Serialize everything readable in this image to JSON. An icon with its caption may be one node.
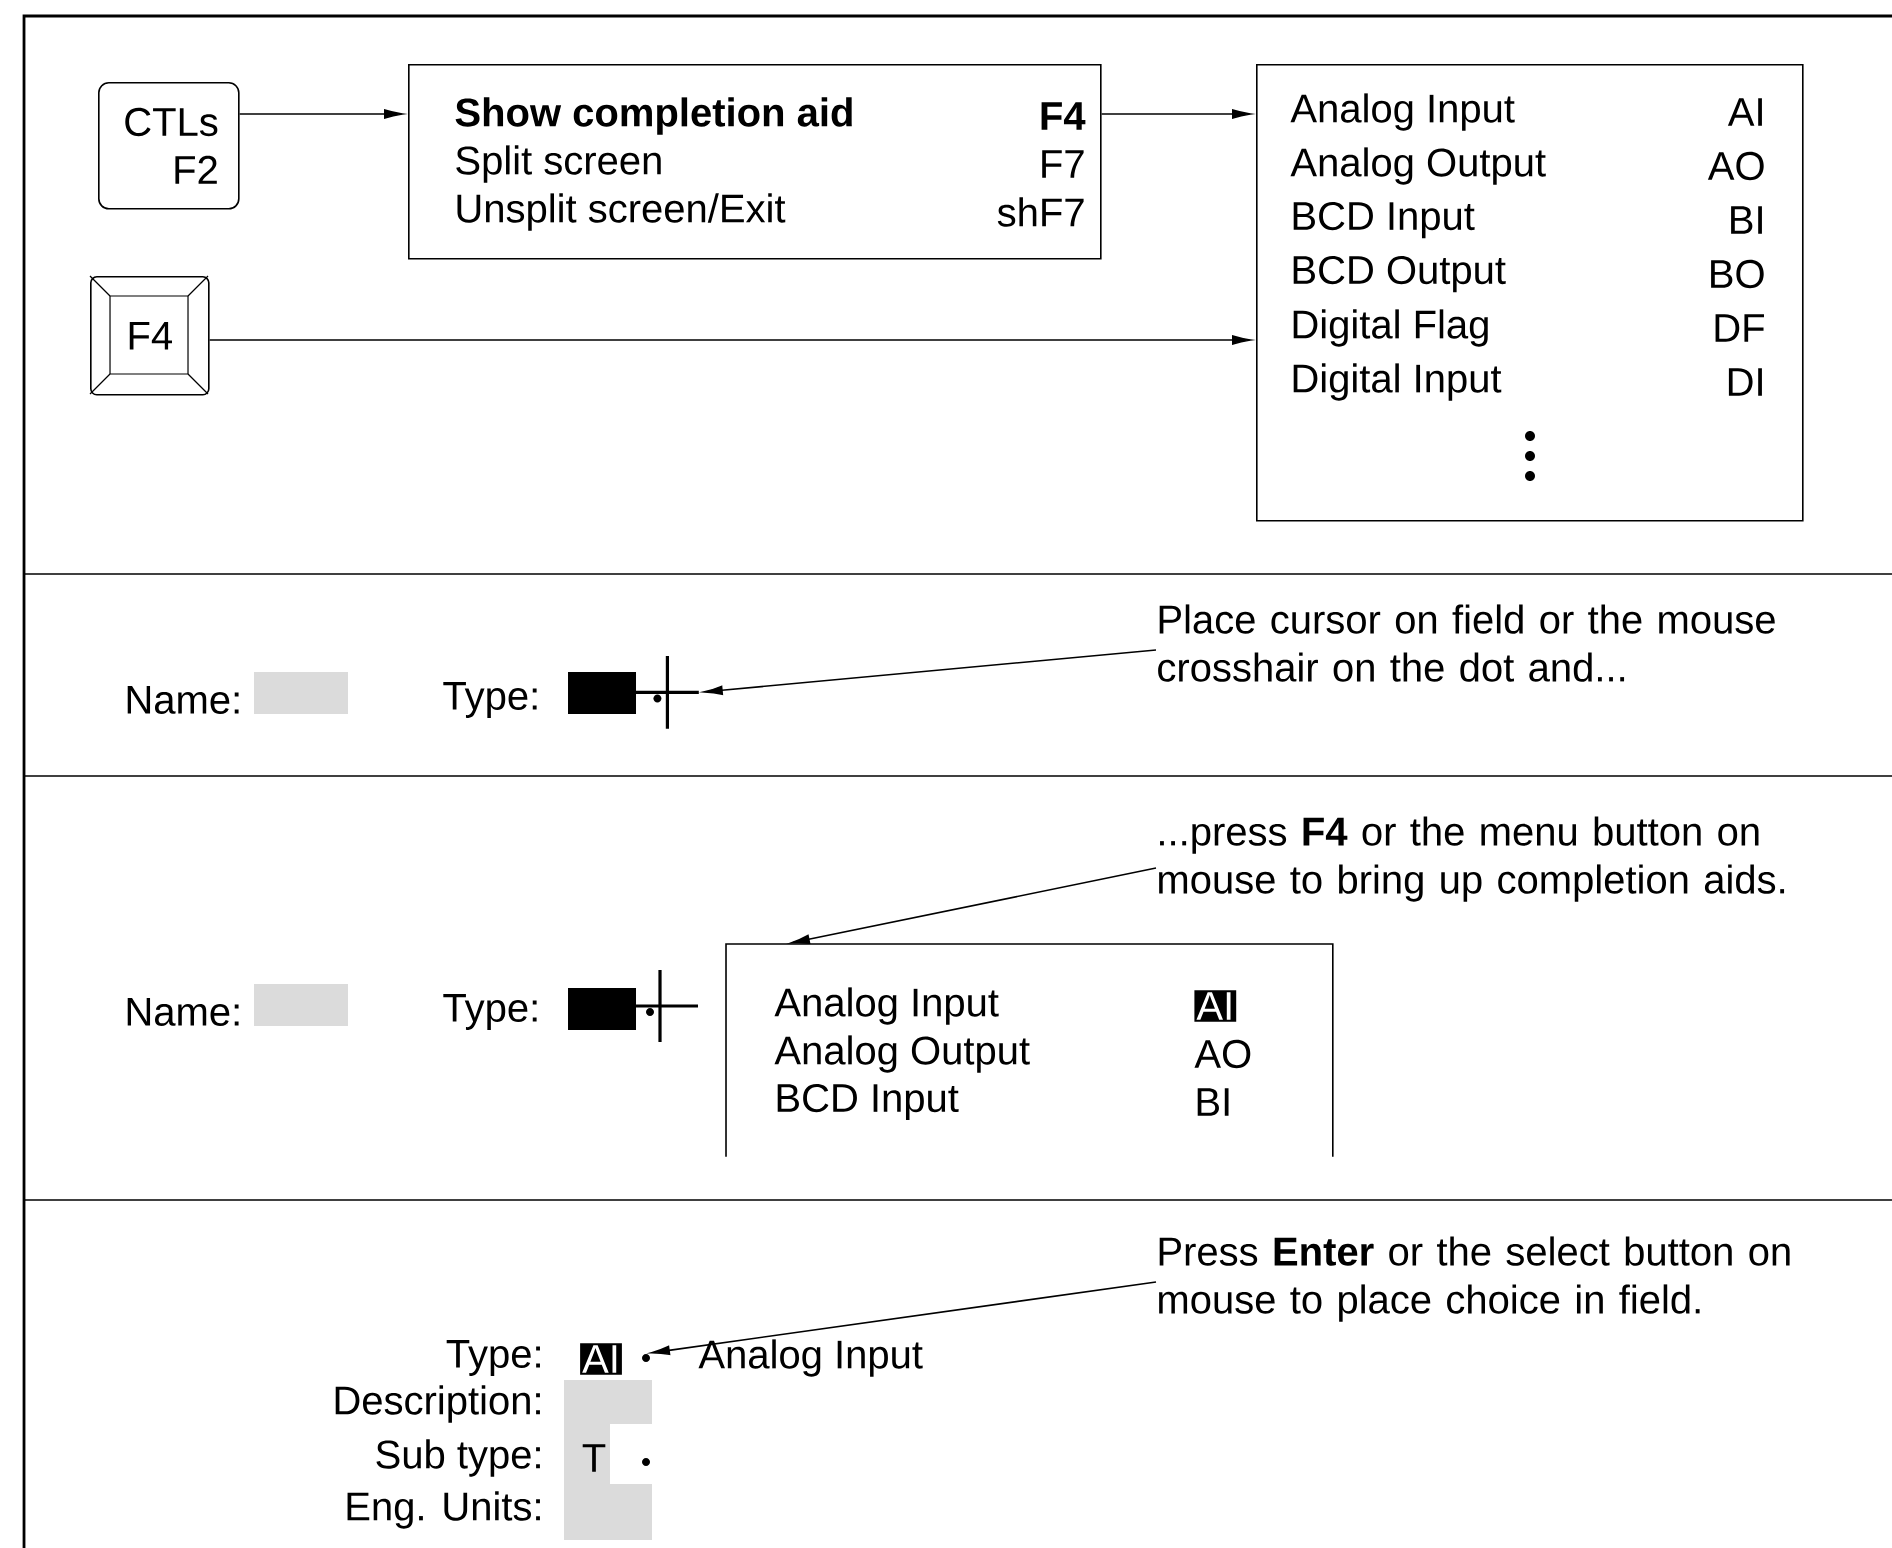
{
  "diagram": {
    "nodes": [
      {
        "text": [
          "CTLs F2"
        ]
      },
      {
        "text": [
          "Show completion aid",
          "F4",
          "Split screen",
          "F7",
          "Unsplit screen/Exit",
          "shF7"
        ]
      },
      {
        "text": [
          "F4"
        ]
      },
      {
        "text": [
          "Analog Input",
          "AI",
          "Analog Output",
          "AO",
          "BCD Input",
          "BI",
          "BCD Output",
          "BO",
          "Digital Flag",
          "DF",
          "Digital Input",
          "DI"
        ]
      },
      {
        "text": [
          "Place cursor on field or the mouse crosshair on the dot and..."
        ]
      },
      {
        "text": [],
        "shape": "crosshair"
      },
      {
        "text": [
          "...press **F4** or the menu button on mouse to bring up completion aids."
        ]
      },
      {
        "text": [
          "Analog Input",
          "AI",
          "Analog Output",
          "AO",
          "BCD Input",
          "BI"
        ]
      },
      {
        "text": [
          "Press **Enter** or the select button on mouse to place choice in field."
        ]
      },
      {
        "text": [
          "AI"
        ]
      },
      {
        "text": [],
        "shape": "dot"
      }
    ],
    "edges": [
      {
        "from": 0,
        "to": 1,
        "arrow": "to"
      },
      {
        "from": 1,
        "to": 3,
        "arrow": "to"
      },
      {
        "from": 2,
        "to": 3,
        "arrow": "to"
      },
      {
        "from": 4,
        "to": 5,
        "arrow": "to"
      },
      {
        "from": 6,
        "to": 7,
        "arrow": "to"
      },
      {
        "from": 8,
        "to": 10,
        "arrow": "to"
      }
    ],
    "labels": [
      "Name:",
      "Type:",
      "Name:",
      "Type:",
      "Type:",
      "Analog Input",
      "Description:",
      "Sub type:",
      "T",
      "Eng. Units:"
    ]
  }
}
